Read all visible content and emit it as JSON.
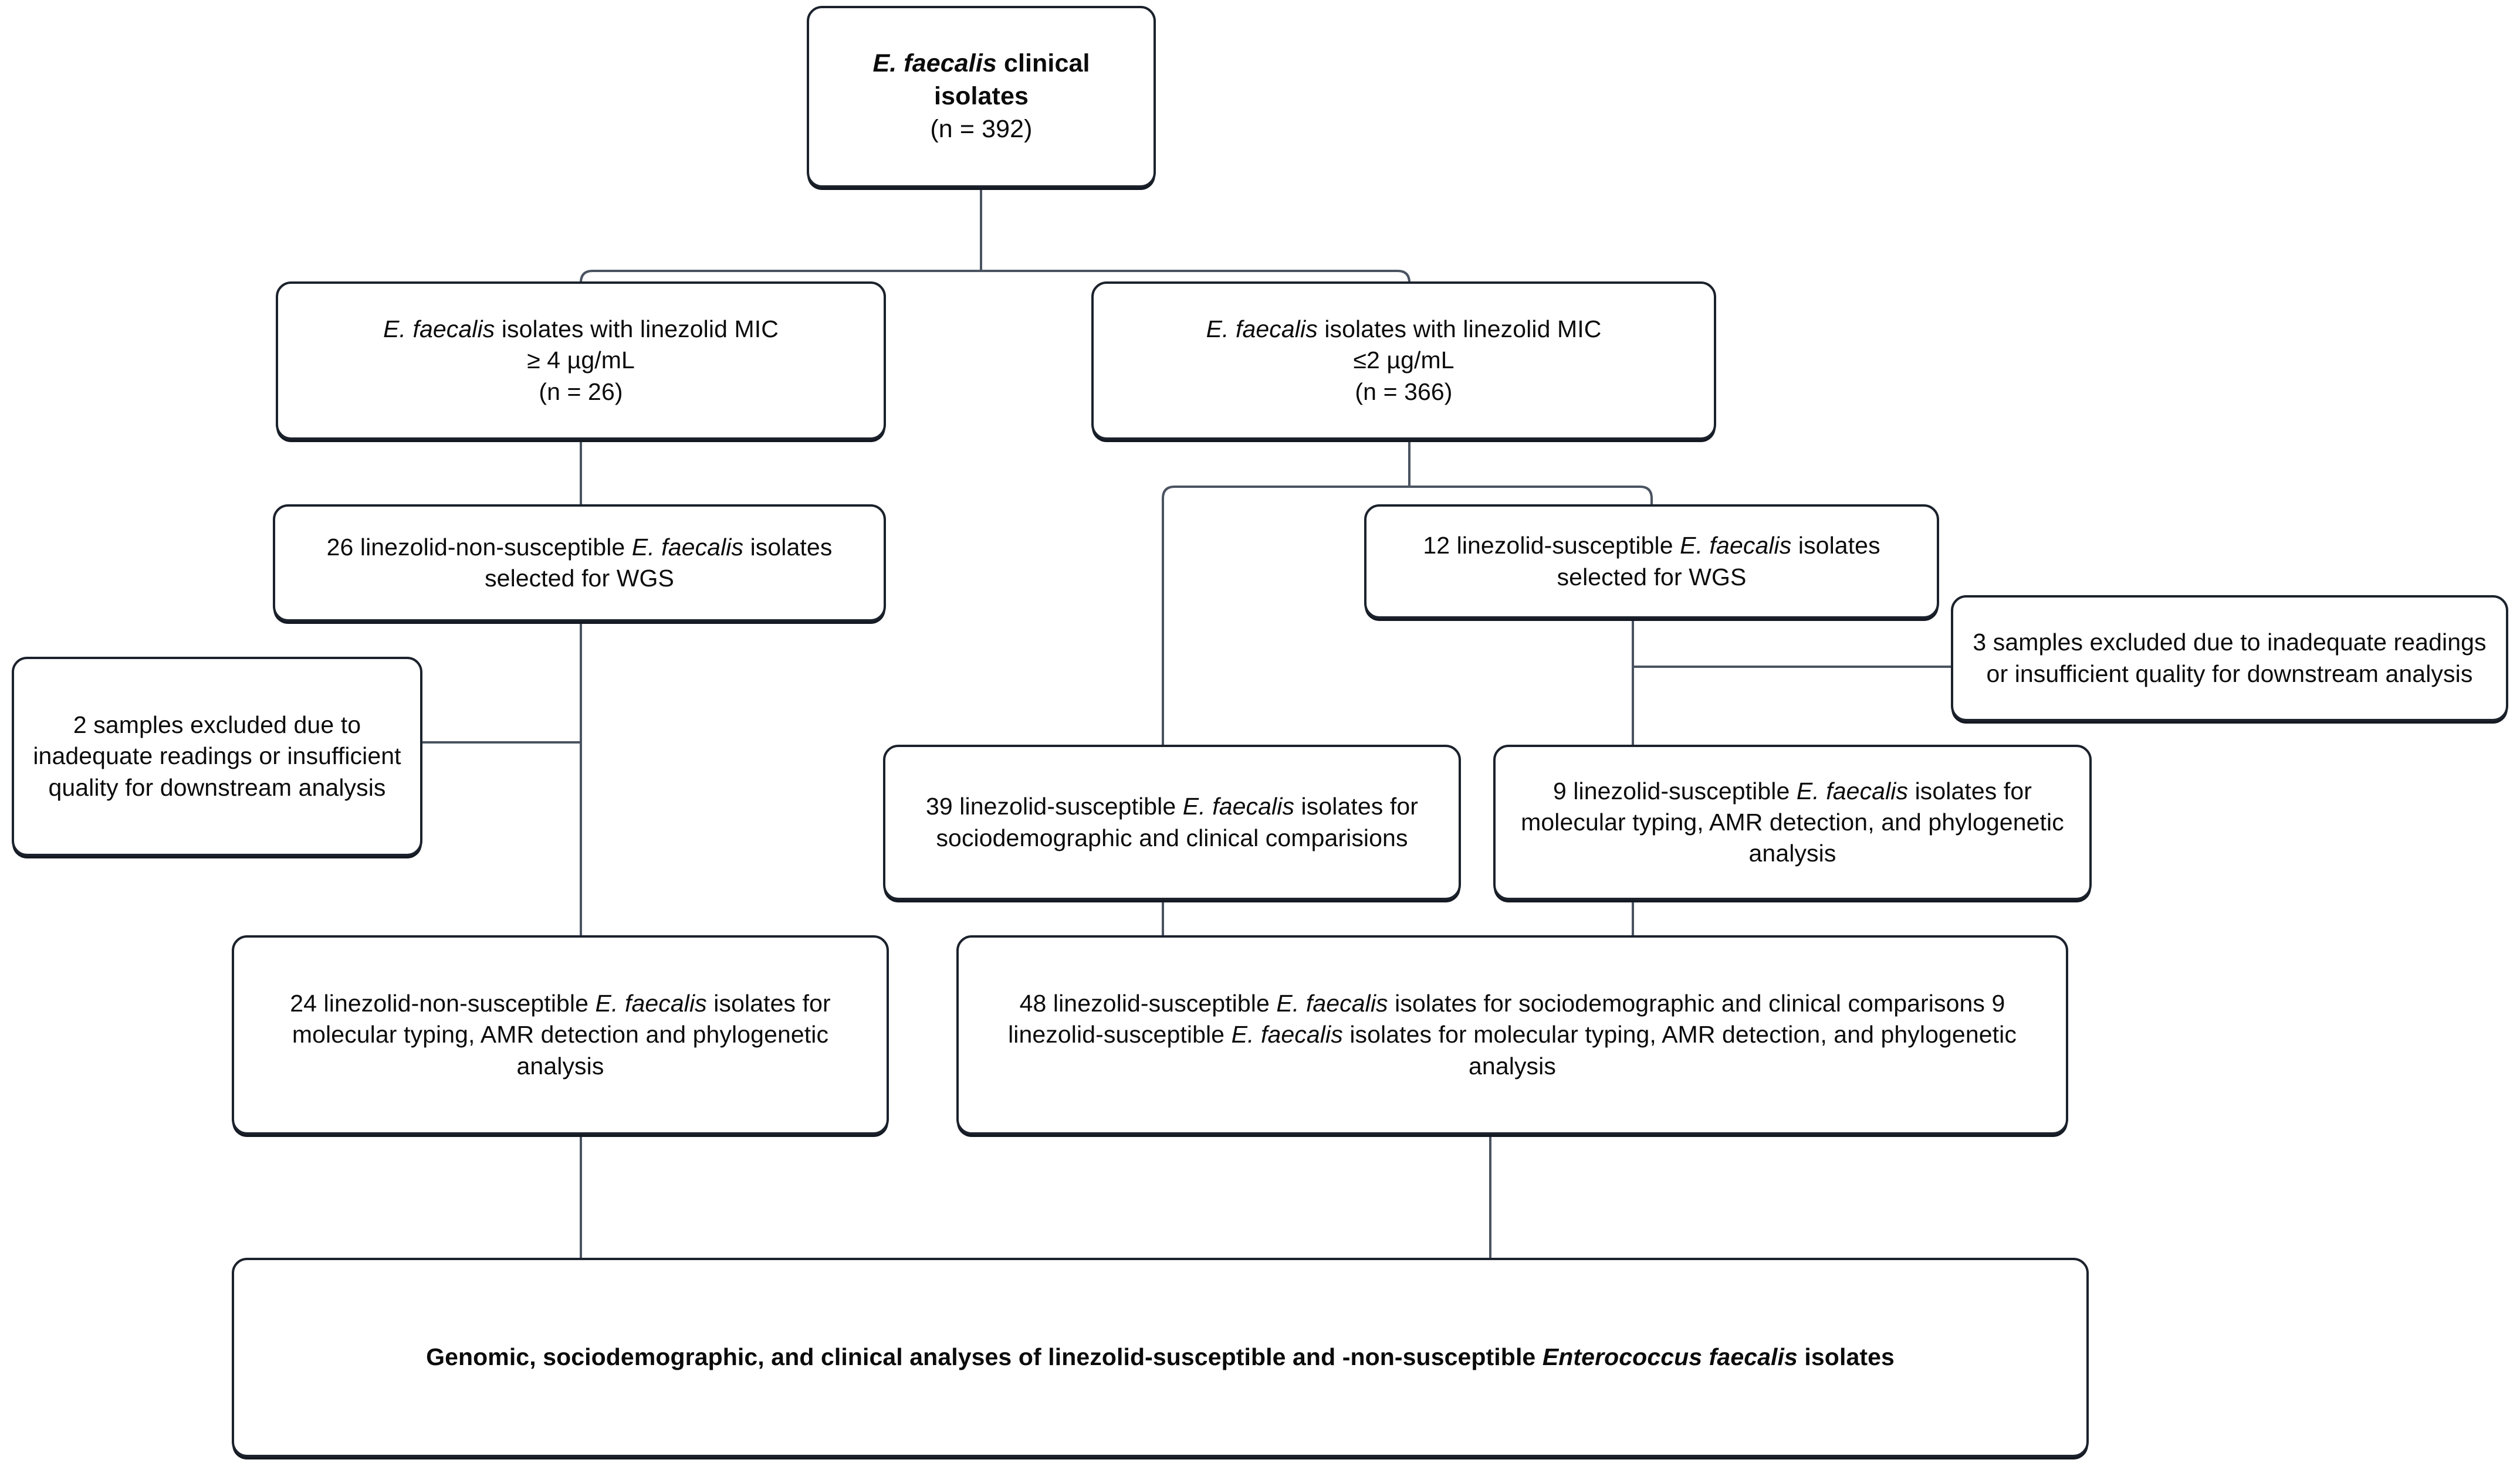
{
  "diagram": {
    "type": "flowchart",
    "title": "Study selection flow of E. faecalis clinical isolates",
    "stroke_color": "#1b222c",
    "background_color": "#ffffff",
    "nodes": {
      "root": {
        "line1_italic": "E. faecalis",
        "line1_rest": " clinical",
        "line2": "isolates",
        "line3": "(n = 392)"
      },
      "mic_high": {
        "line1_italic": "E. faecalis",
        "line1_rest": " isolates with linezolid MIC",
        "line2": "≥ 4 µg/mL",
        "line3": "(n = 26)"
      },
      "mic_low": {
        "line1_italic": "E. faecalis",
        "line1_rest": " isolates with linezolid MIC",
        "line2": "≤2 µg/mL",
        "line3": "(n  = 366)"
      },
      "wgs_nonsusc": {
        "pre": "26 linezolid-non-susceptible ",
        "italic1": "E.",
        "mid": " ",
        "italic2": "faecalis",
        "post": " isolates selected for WGS"
      },
      "wgs_susc": {
        "pre": "12 linezolid-susceptible ",
        "italic": "E. faecalis",
        "post": " isolates selected for WGS"
      },
      "excluded_3": {
        "text": "3 samples excluded due to inadequate readings or  insufficient quality for downstream analysis"
      },
      "excluded_2": {
        "text": "2 samples excluded due to inadequate readings or  insufficient quality for downstream analysis"
      },
      "socio_39": {
        "pre": "39 linezolid-susceptible ",
        "italic": "E. faecalis",
        "post": " isolates for sociodemographic and clinical comparisions"
      },
      "mol_9": {
        "pre": "9 linezolid-susceptible ",
        "italic": "E. faecalis",
        "post": " isolates for molecular typing, AMR detection, and phylogenetic analysis"
      },
      "mol_24": {
        "pre": "24 linezolid-non-susceptible ",
        "italic": "E. faecalis",
        "post": " isolates for molecular typing, AMR detection and phylogenetic analysis"
      },
      "combined": {
        "row1_pre": "48 linezolid-susceptible ",
        "row1_italic": "E. faecalis",
        "row1_post": " isolates for sociodemographic and clinical comparisons",
        "row2_pre": "9 linezolid-susceptible ",
        "row2_italic": "E. faecalis",
        "row2_post": " isolates for molecular typing, AMR detection, and phylogenetic analysis"
      },
      "final": {
        "pre": "Genomic, sociodemographic, and clinical analyses of linezolid-susceptible and -non-susceptible ",
        "italic": "Enterococcus faecalis",
        "post": " isolates"
      }
    },
    "edges": [
      {
        "from": "root",
        "to": "mic_high"
      },
      {
        "from": "root",
        "to": "mic_low"
      },
      {
        "from": "mic_high",
        "to": "wgs_nonsusc"
      },
      {
        "from": "mic_low",
        "to": "socio_39"
      },
      {
        "from": "mic_low",
        "to": "wgs_susc"
      },
      {
        "from": "wgs_nonsusc",
        "to": "excluded_2"
      },
      {
        "from": "wgs_nonsusc",
        "to": "mol_24"
      },
      {
        "from": "wgs_susc",
        "to": "excluded_3"
      },
      {
        "from": "wgs_susc",
        "to": "mol_9"
      },
      {
        "from": "mol_24",
        "to": "final"
      },
      {
        "from": "combined",
        "to": "final"
      },
      {
        "from": "socio_39",
        "to": "combined"
      },
      {
        "from": "mol_9",
        "to": "combined"
      }
    ]
  }
}
